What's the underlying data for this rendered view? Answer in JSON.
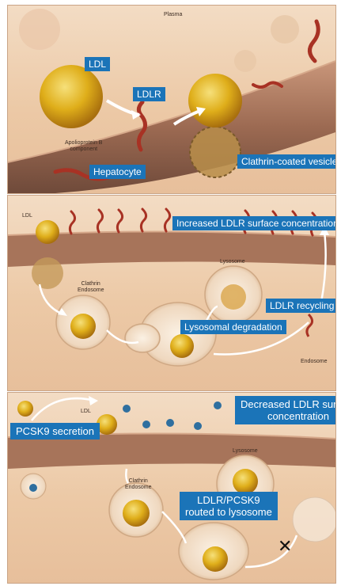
{
  "panel1": {
    "plasma": "Plasma",
    "ldl": "LDL",
    "ldlr": "LDLR",
    "apob": "Apolioprotein B\ncomponent",
    "hepatocyte": "Hepatocyte",
    "clathrin": "Clathrin-coated vesicle"
  },
  "panel2": {
    "ldl_small": "LDL",
    "increased": "Increased LDLR surface concentration",
    "endosome": "Clathrin\nEndosome",
    "lysosome": "Lysosome",
    "recycling": "LDLR recycling",
    "degradation": "Lysosomal degradation",
    "endosome2": "Endosome"
  },
  "panel3": {
    "ldl_small": "LDL",
    "decreased": "Decreased LDLR surface\nconcentration",
    "secretion": "PCSK9 secretion",
    "routed": "LDLR/PCSK9\nrouted to lysosome",
    "endosome": "Clathrin\nEndosome",
    "lysosome": "Lysosome"
  },
  "colors": {
    "label_bg": "#1b74b8",
    "background": "#f0d2b4",
    "membrane": "#a7745a",
    "ldl": "#e2b21c",
    "receptor": "#a83224",
    "pcsk9": "#2f6f9f"
  }
}
